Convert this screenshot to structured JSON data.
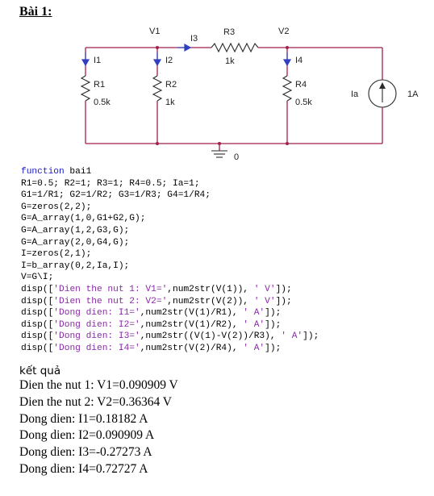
{
  "heading": "Bài 1:",
  "circuit": {
    "nodes": {
      "v1": "V1",
      "v2": "V2",
      "ground": "0"
    },
    "r1": {
      "name": "R1",
      "value": "0.5k",
      "current": "I1"
    },
    "r2": {
      "name": "R2",
      "value": "1k",
      "current": "I2"
    },
    "r3": {
      "name": "R3",
      "value": "1k",
      "current": "I3"
    },
    "r4": {
      "name": "R4",
      "value": "0.5k",
      "current": "I4"
    },
    "source": {
      "name": "Ia",
      "value": "1A"
    }
  },
  "code": {
    "lines": [
      [
        {
          "t": "function",
          "c": "kw"
        },
        {
          "t": " bai1",
          "c": ""
        }
      ],
      [
        {
          "t": "R1=0.5; R2=1; R3=1; R4=0.5; Ia=1;",
          "c": ""
        }
      ],
      [
        {
          "t": "G1=1/R1; G2=1/R2; G3=1/R3; G4=1/R4;",
          "c": ""
        }
      ],
      [
        {
          "t": "G=zeros(2,2);",
          "c": ""
        }
      ],
      [
        {
          "t": "G=A_array(1,0,G1+G2,G);",
          "c": ""
        }
      ],
      [
        {
          "t": "G=A_array(1,2,G3,G);",
          "c": ""
        }
      ],
      [
        {
          "t": "G=A_array(2,0,G4,G);",
          "c": ""
        }
      ],
      [
        {
          "t": "I=zeros(2,1);",
          "c": ""
        }
      ],
      [
        {
          "t": "I=b_array(0,2,Ia,I);",
          "c": ""
        }
      ],
      [
        {
          "t": "V=G\\I;",
          "c": ""
        }
      ],
      [
        {
          "t": "disp([",
          "c": ""
        },
        {
          "t": "'Dien the nut 1: V1='",
          "c": "str"
        },
        {
          "t": ",num2str(V(1)), ",
          "c": ""
        },
        {
          "t": "' V'",
          "c": "str"
        },
        {
          "t": "]);",
          "c": ""
        }
      ],
      [
        {
          "t": "disp([",
          "c": ""
        },
        {
          "t": "'Dien the nut 2: V2='",
          "c": "str"
        },
        {
          "t": ",num2str(V(2)), ",
          "c": ""
        },
        {
          "t": "' V'",
          "c": "str"
        },
        {
          "t": "]);",
          "c": ""
        }
      ],
      [
        {
          "t": "disp([",
          "c": ""
        },
        {
          "t": "'Dong dien: I1='",
          "c": "str"
        },
        {
          "t": ",num2str(V(1)/R1), ",
          "c": ""
        },
        {
          "t": "' A'",
          "c": "str"
        },
        {
          "t": "]);",
          "c": ""
        }
      ],
      [
        {
          "t": "disp([",
          "c": ""
        },
        {
          "t": "'Dong dien: I2='",
          "c": "str"
        },
        {
          "t": ",num2str(V(1)/R2), ",
          "c": ""
        },
        {
          "t": "' A'",
          "c": "str"
        },
        {
          "t": "]);",
          "c": ""
        }
      ],
      [
        {
          "t": "disp([",
          "c": ""
        },
        {
          "t": "'Dong dien: I3='",
          "c": "str"
        },
        {
          "t": ",num2str((V(1)-V(2))/R3), ",
          "c": ""
        },
        {
          "t": "' A'",
          "c": "str"
        },
        {
          "t": "]);",
          "c": ""
        }
      ],
      [
        {
          "t": "disp([",
          "c": ""
        },
        {
          "t": "'Dong dien: I4='",
          "c": "str"
        },
        {
          "t": ",num2str(V(2)/R4), ",
          "c": ""
        },
        {
          "t": "' A'",
          "c": "str"
        },
        {
          "t": "]);",
          "c": ""
        }
      ]
    ]
  },
  "result_title": "kết quả",
  "results": [
    "Dien the nut 1: V1=0.090909 V",
    "Dien the nut 2: V2=0.36364 V",
    "Dong dien: I1=0.18182 A",
    "Dong dien: I2=0.090909 A",
    "Dong dien: I3=-0.27273 A",
    "Dong dien: I4=0.72727 A"
  ]
}
